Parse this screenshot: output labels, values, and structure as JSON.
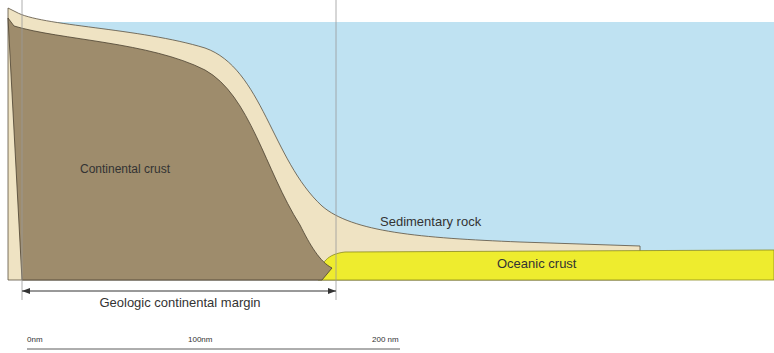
{
  "diagram": {
    "labels": [
      "Continental crust",
      "Sedimentary rock",
      "Oceanic crust",
      "Geologic continental margin",
      "0nm",
      "100nm",
      "200 nm"
    ]
  }
}
